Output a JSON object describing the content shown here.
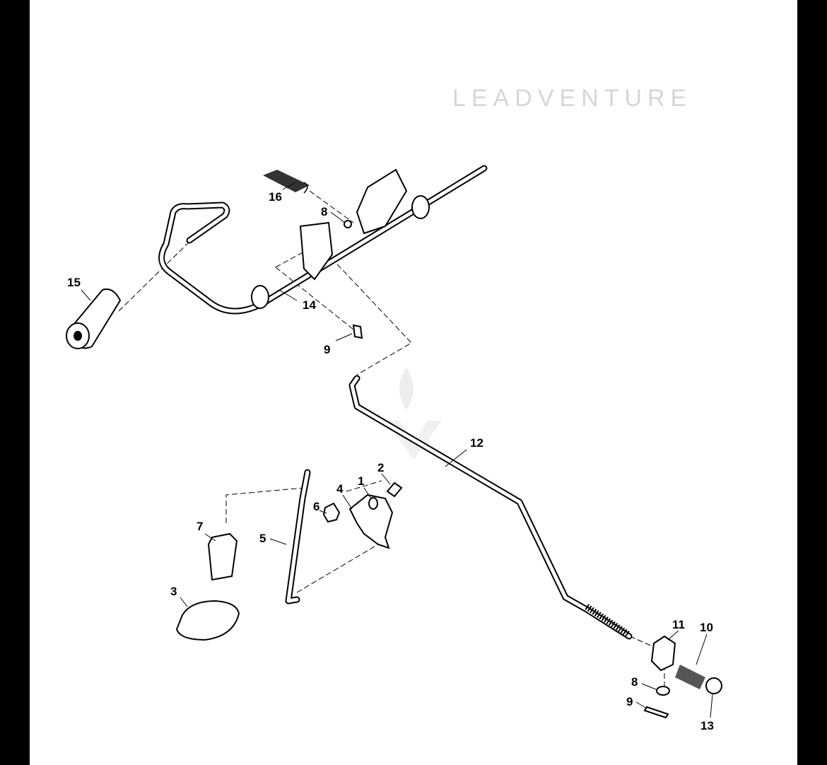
{
  "watermark": "LEADVENTURE",
  "callouts": {
    "c1": "1",
    "c2": "2",
    "c3": "3",
    "c4": "4",
    "c5": "5",
    "c6": "6",
    "c7": "7",
    "c8a": "8",
    "c8b": "8",
    "c9a": "9",
    "c9b": "9",
    "c10": "10",
    "c11": "11",
    "c12": "12",
    "c13": "13",
    "c14": "14",
    "c15": "15",
    "c16": "16"
  }
}
